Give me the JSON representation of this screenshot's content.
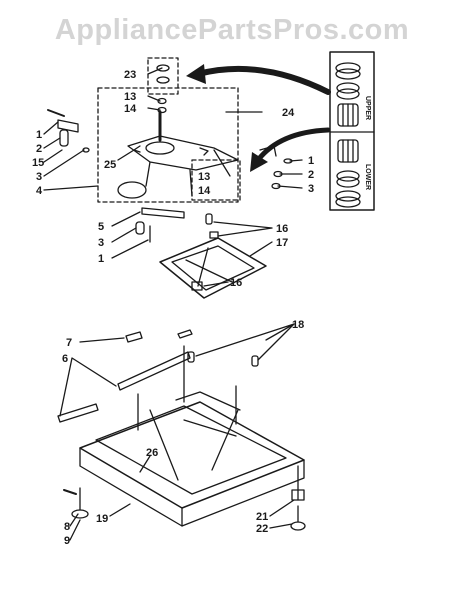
{
  "watermark": "AppliancePartsPros.com",
  "colors": {
    "ink": "#1a1a1a",
    "watermark": "#d4d4d4"
  },
  "callouts": [
    {
      "id": "c23",
      "label": "23"
    },
    {
      "id": "c13a",
      "label": "13"
    },
    {
      "id": "c14a",
      "label": "14"
    },
    {
      "id": "c24",
      "label": "24"
    },
    {
      "id": "c1a",
      "label": "1"
    },
    {
      "id": "c2a",
      "label": "2"
    },
    {
      "id": "c15",
      "label": "15"
    },
    {
      "id": "c3a",
      "label": "3"
    },
    {
      "id": "c4",
      "label": "4"
    },
    {
      "id": "c25",
      "label": "25"
    },
    {
      "id": "c13b",
      "label": "13"
    },
    {
      "id": "c14b",
      "label": "14"
    },
    {
      "id": "c1b",
      "label": "1"
    },
    {
      "id": "c2b",
      "label": "2"
    },
    {
      "id": "c3b",
      "label": "3"
    },
    {
      "id": "c5",
      "label": "5"
    },
    {
      "id": "c3c",
      "label": "3"
    },
    {
      "id": "c1c",
      "label": "1"
    },
    {
      "id": "c16a",
      "label": "16"
    },
    {
      "id": "c17",
      "label": "17"
    },
    {
      "id": "c16b",
      "label": "16"
    },
    {
      "id": "c7",
      "label": "7"
    },
    {
      "id": "c6",
      "label": "6"
    },
    {
      "id": "c18",
      "label": "18"
    },
    {
      "id": "c26",
      "label": "26"
    },
    {
      "id": "c8",
      "label": "8"
    },
    {
      "id": "c9",
      "label": "9"
    },
    {
      "id": "c19",
      "label": "19"
    },
    {
      "id": "c21",
      "label": "21"
    },
    {
      "id": "c22",
      "label": "22"
    }
  ],
  "bearing_labels": {
    "upper": "UPPER",
    "lower": "LOWER"
  }
}
